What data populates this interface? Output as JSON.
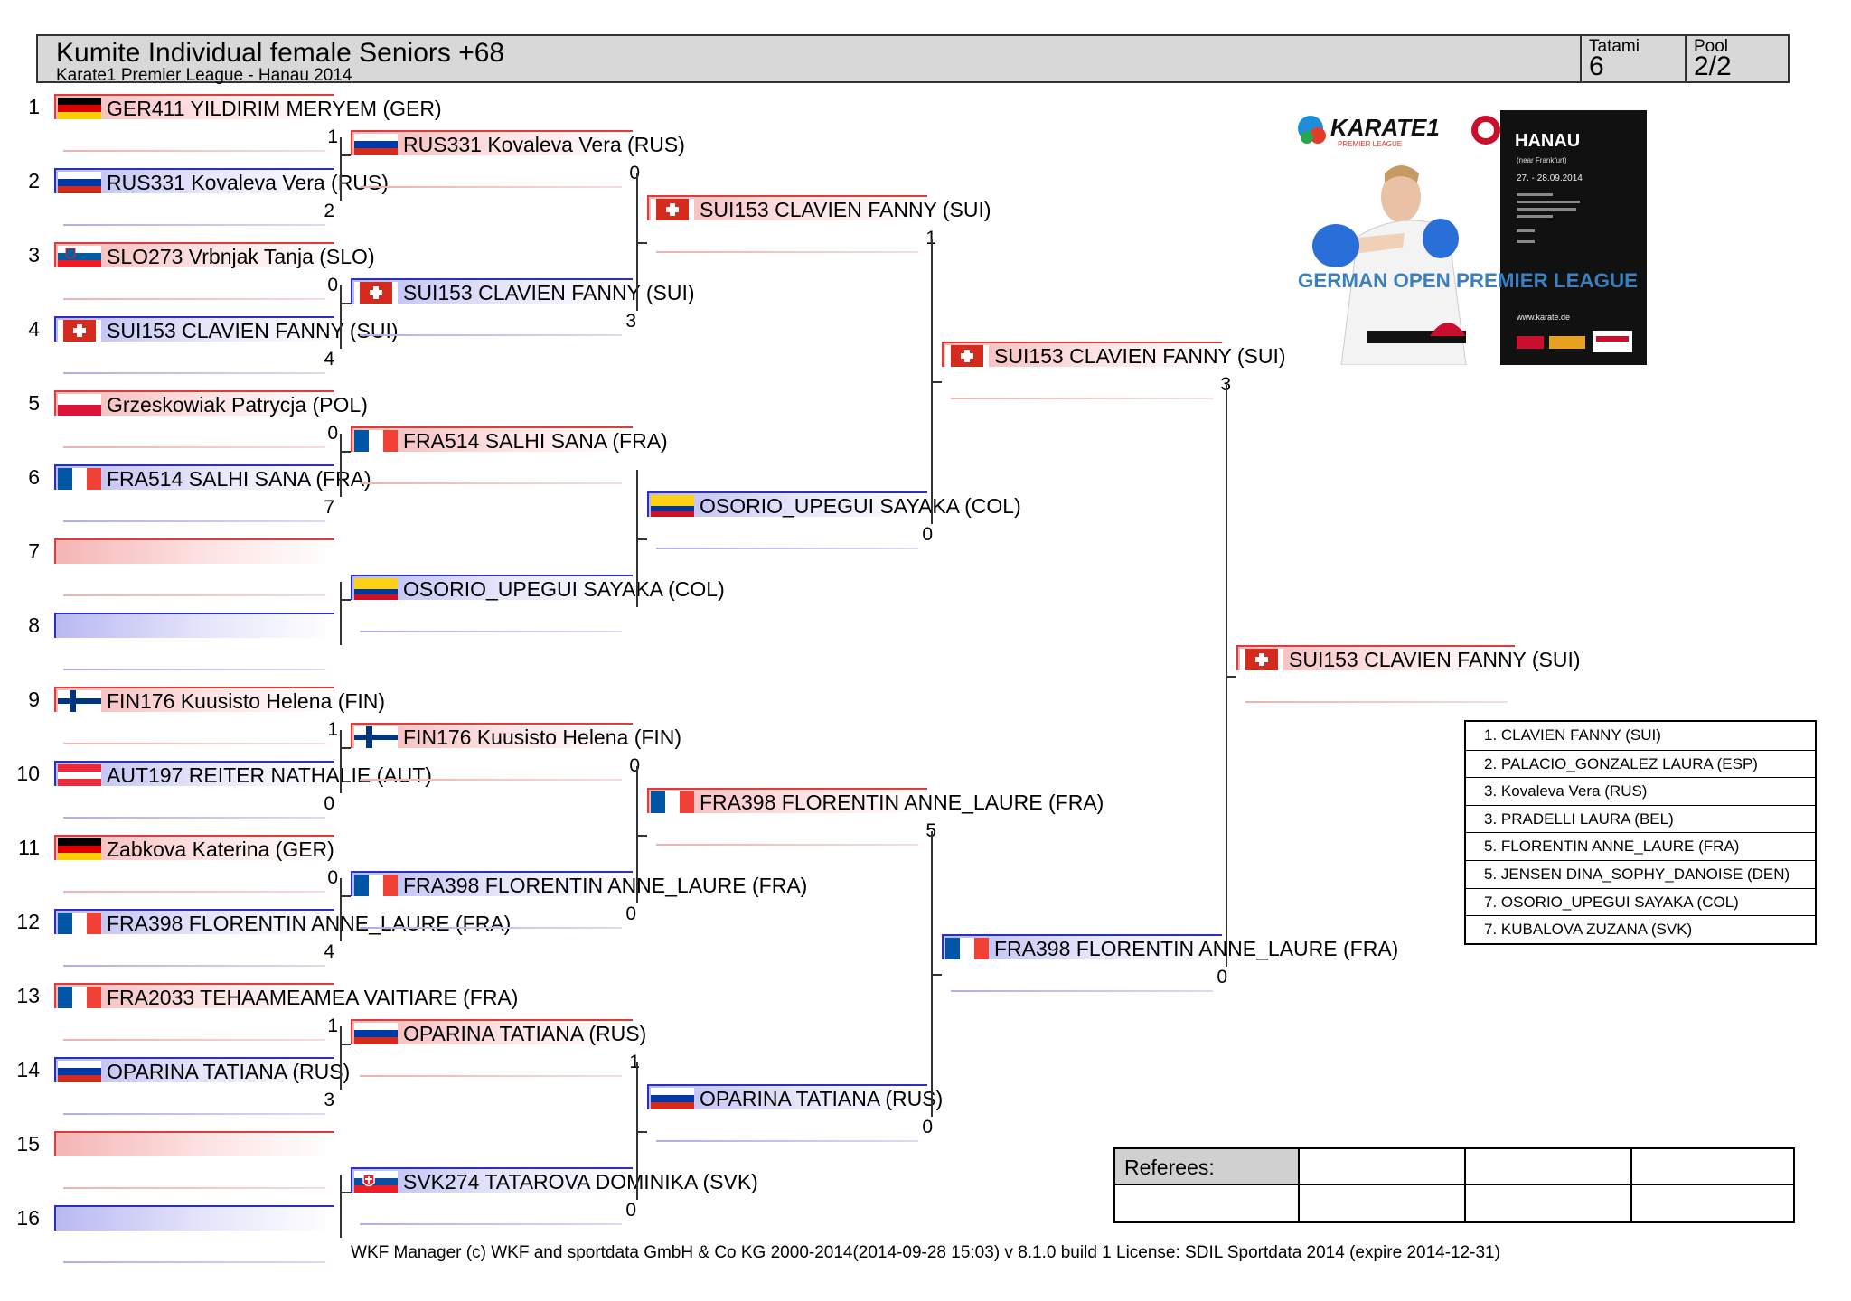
{
  "header": {
    "title": "Kumite Individual female Seniors +68",
    "subtitle": "Karate1 Premier League - Hanau 2014",
    "tatami_label": "Tatami",
    "tatami_value": "6",
    "pool_label": "Pool",
    "pool_value": "2/2"
  },
  "poster": {
    "logo_text": "KARATE1",
    "logo_sub": "PREMIER LEAGUE",
    "city": "HANAU",
    "city_sub": "(near Frankfurt)",
    "dates": "27. - 28.09.2014",
    "banner": "GERMAN OPEN PREMIER LEAGUE",
    "website": "www.karate.de"
  },
  "round1": [
    {
      "num": "1",
      "name": "GER411 YILDIRIM MERYEM (GER)",
      "flag": "GER",
      "score": ""
    },
    {
      "num": "2",
      "name": "RUS331 Kovaleva Vera (RUS)",
      "flag": "RUS",
      "score": "2"
    },
    {
      "num": "3",
      "name": "SLO273 Vrbnjak Tanja (SLO)",
      "flag": "SLO",
      "score": ""
    },
    {
      "num": "4",
      "name": "SUI153 CLAVIEN FANNY (SUI)",
      "flag": "SUI",
      "score": "4"
    },
    {
      "num": "5",
      "name": "Grzeskowiak Patrycja (POL)",
      "flag": "POL",
      "score": ""
    },
    {
      "num": "6",
      "name": "FRA514 SALHI SANA (FRA)",
      "flag": "FRA",
      "score": "7"
    },
    {
      "num": "7",
      "name": "",
      "flag": "",
      "score": ""
    },
    {
      "num": "8",
      "name": "",
      "flag": "",
      "score": ""
    },
    {
      "num": "9",
      "name": "FIN176 Kuusisto Helena (FIN)",
      "flag": "FIN",
      "score": ""
    },
    {
      "num": "10",
      "name": "AUT197 REITER NATHALIE (AUT)",
      "flag": "AUT",
      "score": "0"
    },
    {
      "num": "11",
      "name": "Zabkova Katerina (GER)",
      "flag": "GER",
      "score": ""
    },
    {
      "num": "12",
      "name": "FRA398 FLORENTIN ANNE_LAURE (FRA)",
      "flag": "FRA",
      "score": "4"
    },
    {
      "num": "13",
      "name": "FRA2033 TEHAAMEAMEA VAITIARE (FRA)",
      "flag": "FRA",
      "score": ""
    },
    {
      "num": "14",
      "name": "OPARINA TATIANA (RUS)",
      "flag": "RUS",
      "score": "3"
    },
    {
      "num": "15",
      "name": "",
      "flag": "",
      "score": ""
    },
    {
      "num": "16",
      "name": "",
      "flag": "",
      "score": ""
    }
  ],
  "round1_top_scores": [
    "1",
    "0",
    "0",
    "",
    "1",
    "0",
    "1",
    ""
  ],
  "round2": [
    {
      "name": "RUS331 Kovaleva Vera (RUS)",
      "flag": "RUS",
      "score": ""
    },
    {
      "name": "SUI153 CLAVIEN FANNY (SUI)",
      "flag": "SUI",
      "score": "3"
    },
    {
      "name": "FRA514 SALHI SANA (FRA)",
      "flag": "FRA",
      "score": ""
    },
    {
      "name": "OSORIO_UPEGUI SAYAKA (COL)",
      "flag": "COL",
      "score": ""
    },
    {
      "name": "FIN176 Kuusisto Helena (FIN)",
      "flag": "FIN",
      "score": ""
    },
    {
      "name": "FRA398 FLORENTIN ANNE_LAURE (FRA)",
      "flag": "FRA",
      "score": "0"
    },
    {
      "name": "OPARINA TATIANA (RUS)",
      "flag": "RUS",
      "score": ""
    },
    {
      "name": "SVK274 TATAROVA DOMINIKA (SVK)",
      "flag": "SVK",
      "score": "0"
    }
  ],
  "round2_top_scores": [
    "0",
    "",
    "0",
    "1"
  ],
  "round3": [
    {
      "name": "SUI153 CLAVIEN FANNY (SUI)",
      "flag": "SUI",
      "score": ""
    },
    {
      "name": "OSORIO_UPEGUI SAYAKA (COL)",
      "flag": "COL",
      "score": "0"
    },
    {
      "name": "FRA398 FLORENTIN ANNE_LAURE (FRA)",
      "flag": "FRA",
      "score": ""
    },
    {
      "name": "OPARINA TATIANA (RUS)",
      "flag": "RUS",
      "score": "0"
    }
  ],
  "round3_top_scores": [
    "1",
    "5"
  ],
  "round4": [
    {
      "name": "SUI153 CLAVIEN FANNY (SUI)",
      "flag": "SUI",
      "score": ""
    },
    {
      "name": "FRA398 FLORENTIN ANNE_LAURE (FRA)",
      "flag": "FRA",
      "score": "0"
    }
  ],
  "round4_top_scores": [
    "3"
  ],
  "final": {
    "name": "SUI153 CLAVIEN FANNY (SUI)",
    "flag": "SUI"
  },
  "ranking": [
    "1. CLAVIEN FANNY (SUI)",
    "2. PALACIO_GONZALEZ LAURA (ESP)",
    "3. Kovaleva Vera (RUS)",
    "3. PRADELLI LAURA (BEL)",
    "5. FLORENTIN ANNE_LAURE (FRA)",
    "5. JENSEN DINA_SOPHY_DANOISE (DEN)",
    "7. OSORIO_UPEGUI SAYAKA (COL)",
    "7. KUBALOVA ZUZANA (SVK)"
  ],
  "referees": {
    "label": "Referees:"
  },
  "footer": "WKF Manager (c) WKF and sportdata GmbH & Co KG 2000-2014(2014-09-28 15:03) v 8.1.0 build 1 License: SDIL Sportdata 2014 (expire 2014-12-31)",
  "colors": {
    "red_corner": "#e03b3b",
    "blue_corner": "#2a2fbf",
    "header_bg": "#d8d8d8"
  }
}
